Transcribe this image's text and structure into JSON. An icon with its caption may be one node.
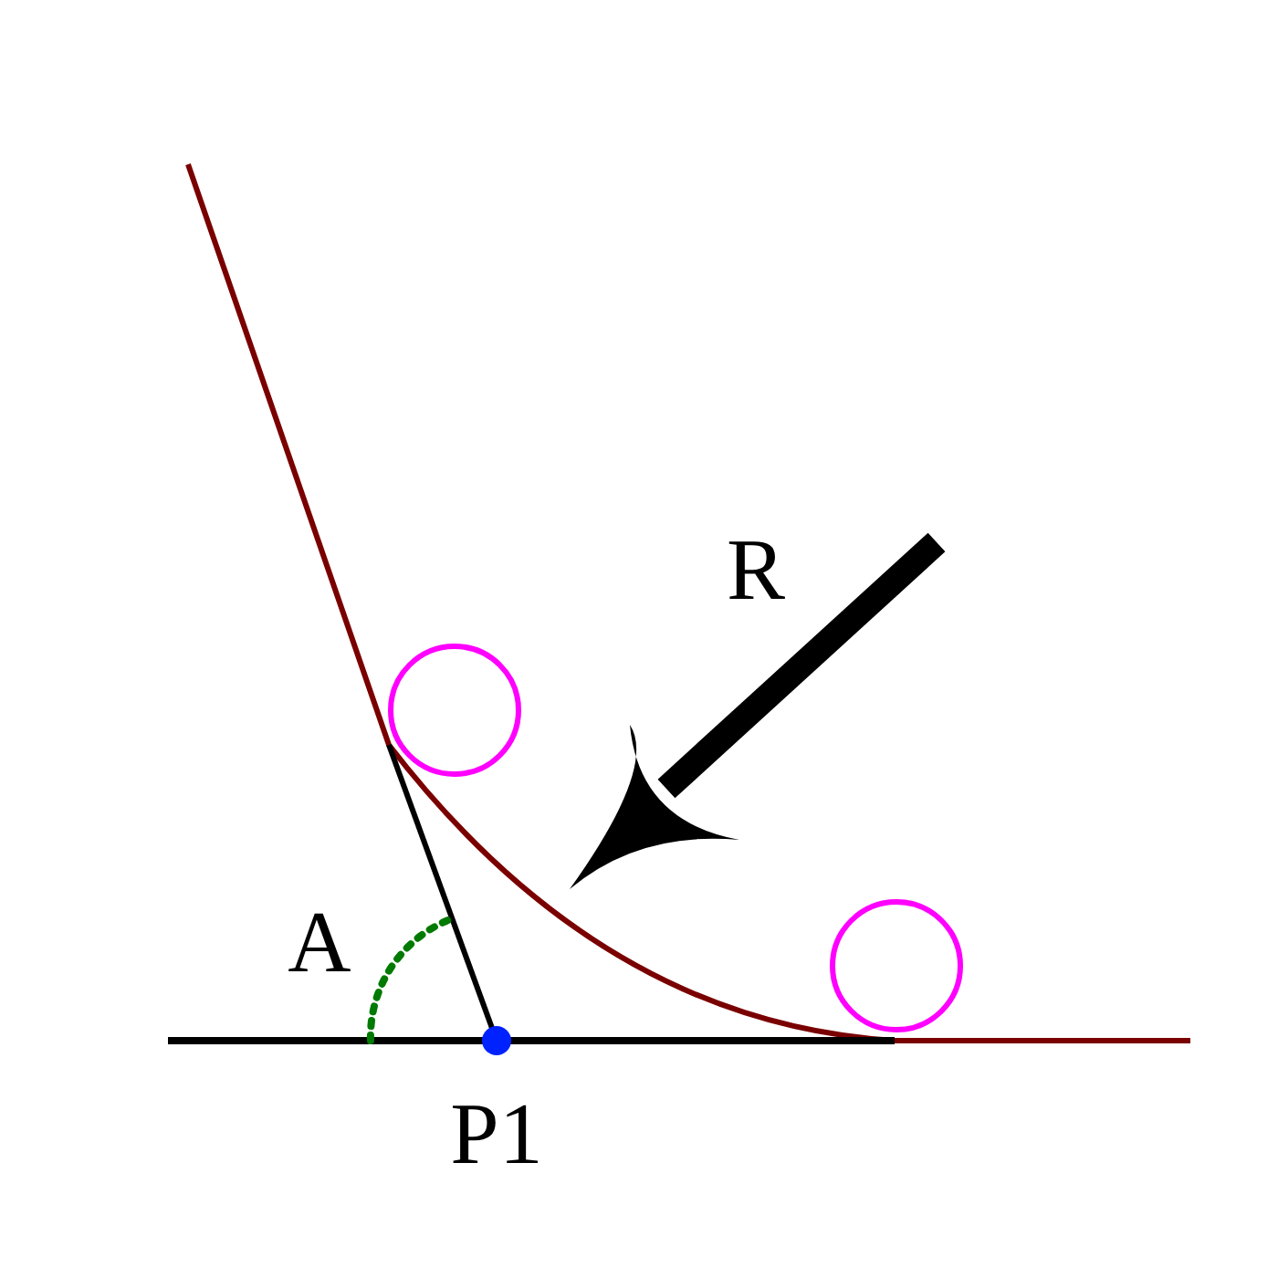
{
  "diagram": {
    "labels": [
      "R",
      "A",
      "P1"
    ]
  }
}
